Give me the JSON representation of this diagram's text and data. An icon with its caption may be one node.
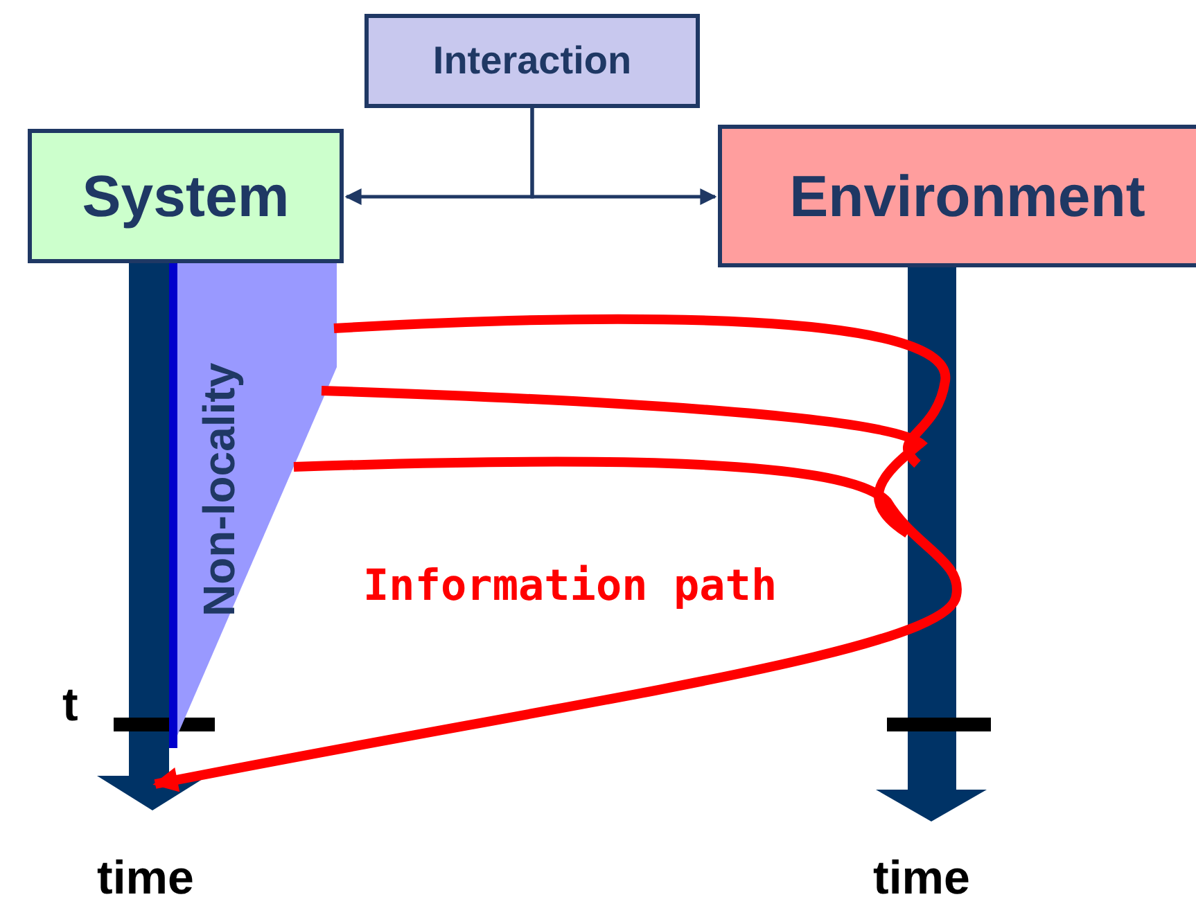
{
  "diagram": {
    "nodes": [
      {
        "text": [
          "Interaction"
        ]
      },
      {
        "text": [
          "System"
        ]
      },
      {
        "text": [
          "Environment"
        ]
      },
      {
        "text": [
          "Non-locality"
        ]
      }
    ],
    "edges": [
      {
        "from": 0,
        "to": 1,
        "arrow": "to"
      },
      {
        "from": 0,
        "to": 2,
        "arrow": "to"
      },
      {
        "from": 3,
        "to": null,
        "arrow": "to",
        "label": "Information path",
        "style": "thick",
        "color": "#ff0000"
      }
    ],
    "labels": [
      "t",
      "time",
      "time"
    ]
  }
}
